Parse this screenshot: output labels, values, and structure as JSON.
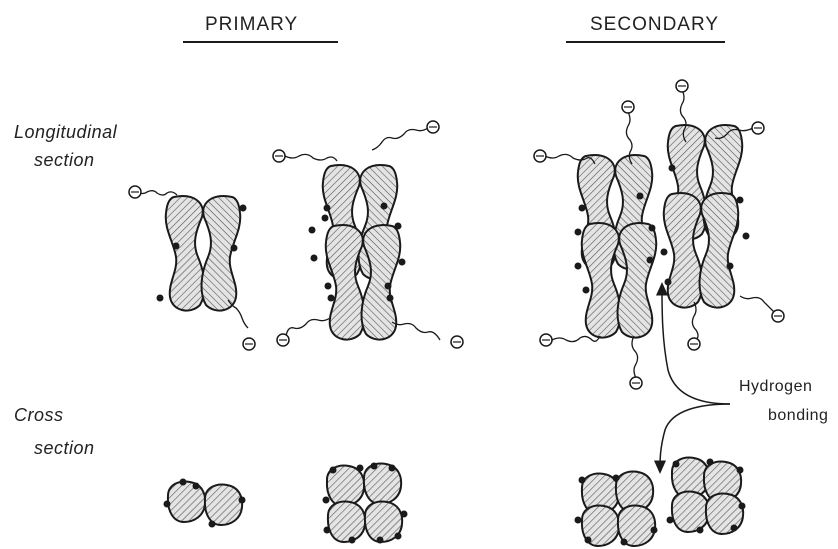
{
  "headings": {
    "primary": "PRIMARY",
    "secondary": "SECONDARY"
  },
  "row_labels": {
    "longitudinal_line1": "Longitudinal",
    "longitudinal_line2": "section",
    "cross_line1": "Cross",
    "cross_line2": "section"
  },
  "annotation": {
    "line1": "Hydrogen",
    "line2": "bonding"
  },
  "colors": {
    "ink": "#1a1a1a",
    "fill": "#dcdcdc",
    "hatch": "#555555"
  }
}
